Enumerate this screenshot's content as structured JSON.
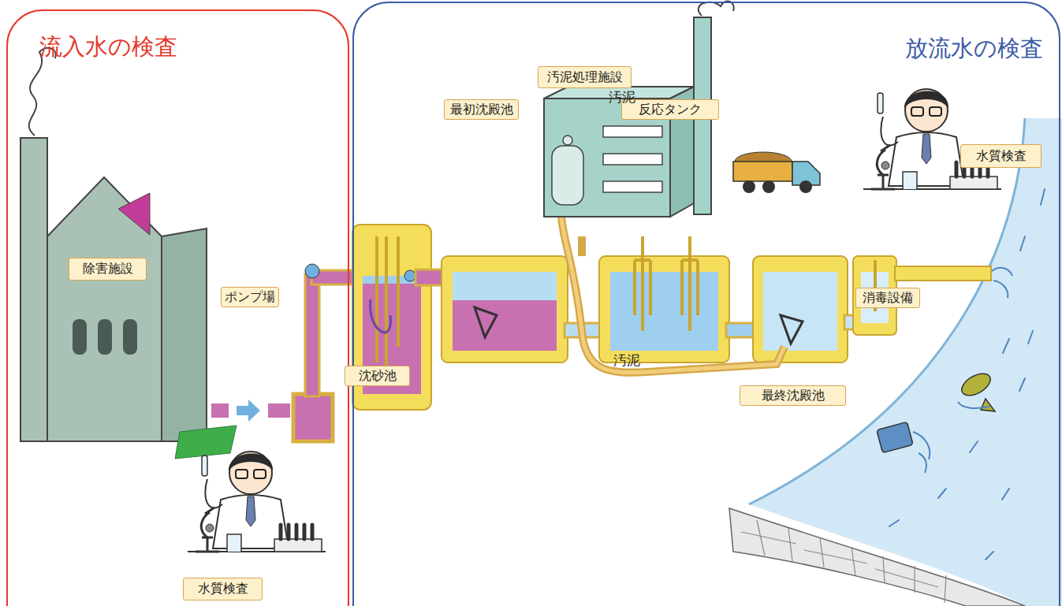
{
  "diagram": {
    "nodes": [
      {
        "text": [
          "流入水の検査"
        ]
      },
      {
        "text": [
          "除害施設"
        ],
        "in": 0
      },
      {
        "text": [
          "ポンプ場"
        ],
        "in": 0
      },
      {
        "text": [
          "水質検査"
        ],
        "in": 0
      },
      {
        "text": [
          "放流水の検査"
        ]
      },
      {
        "text": [
          "沈砂池"
        ],
        "in": 4
      },
      {
        "text": [
          "最初沈殿池"
        ],
        "in": 4
      },
      {
        "text": [
          "汚泥処理施設"
        ],
        "in": 4
      },
      {
        "text": [
          "反応タンク"
        ],
        "in": 4
      },
      {
        "text": [
          "最終沈殿池"
        ],
        "in": 4
      },
      {
        "text": [
          "消毒設備"
        ],
        "in": 4
      },
      {
        "text": [
          "水質検査"
        ],
        "in": 4
      }
    ],
    "labels": [
      "汚泥",
      "汚泥"
    ]
  }
}
